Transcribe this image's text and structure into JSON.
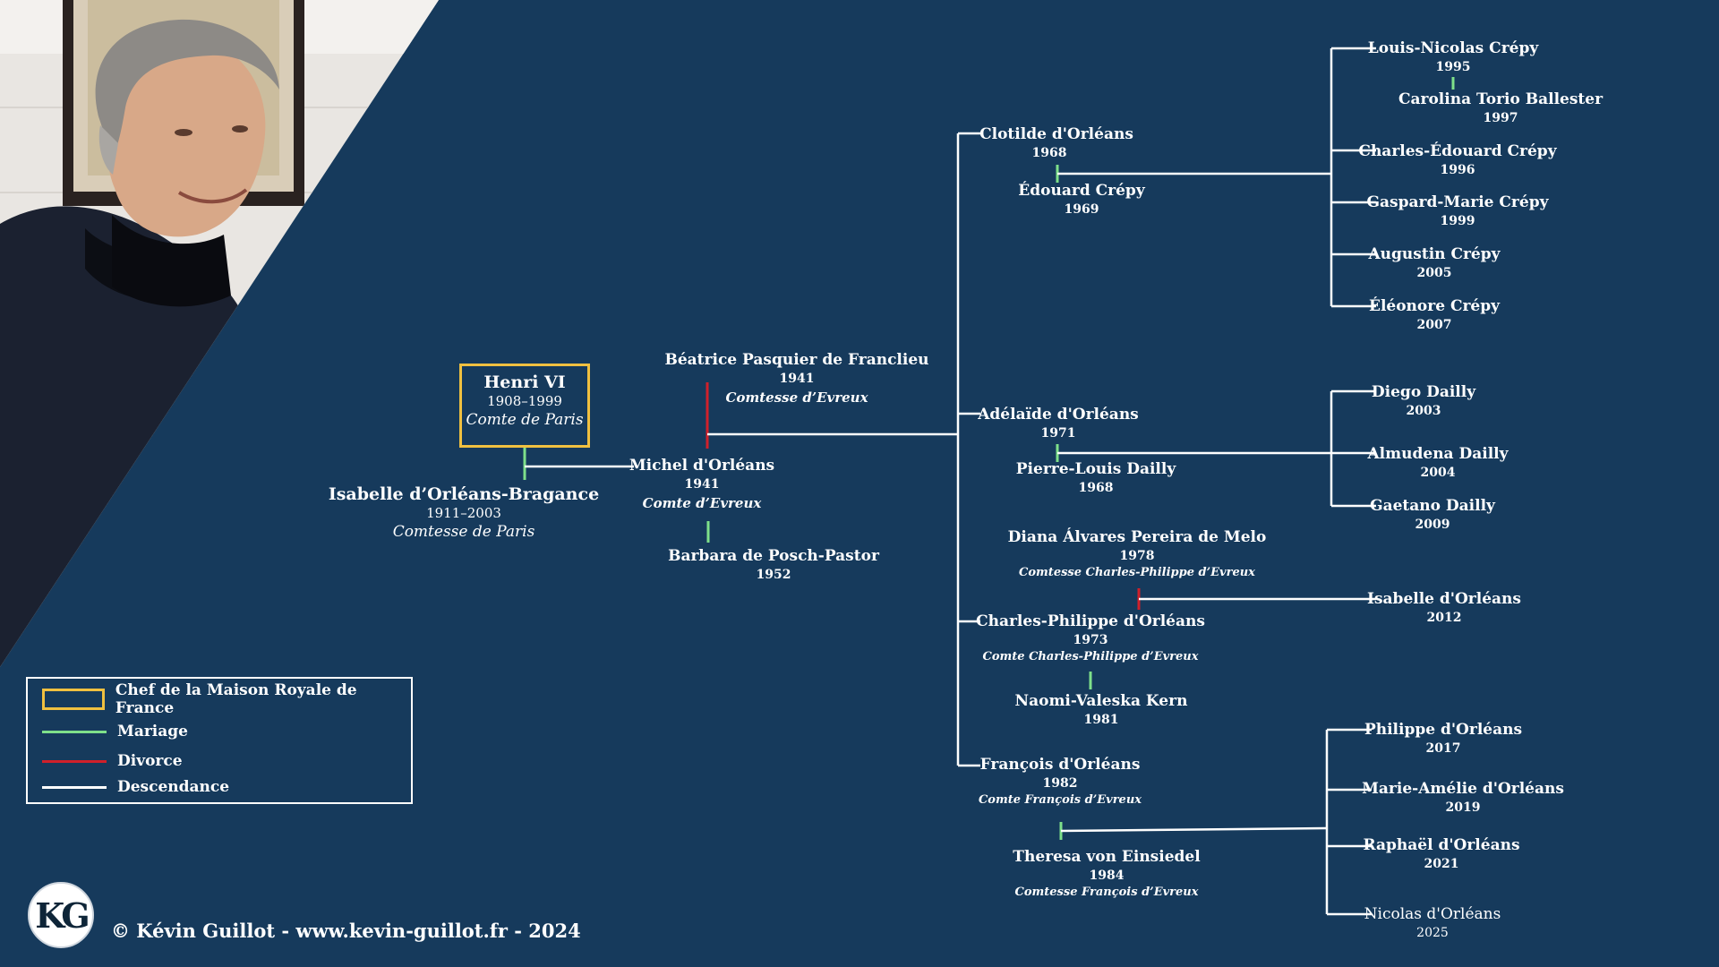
{
  "colors": {
    "background": "#163a5c",
    "chef": "#f0c040",
    "mariage": "#7ee08a",
    "divorce": "#d0202a",
    "descendance": "#ffffff"
  },
  "henri": {
    "name": "Henri VI",
    "years": "1908–1999",
    "title": "Comte de Paris"
  },
  "isabelle": {
    "name": "Isabelle d’Orléans-Bragance",
    "years": "1911–2003",
    "title": "Comtesse de Paris"
  },
  "beatrice": {
    "name": "Béatrice Pasquier de Franclieu",
    "years": "1941",
    "title": "Comtesse d’Evreux"
  },
  "michel": {
    "name": "Michel d'Orléans",
    "years": "1941",
    "title": "Comte d’Evreux"
  },
  "barbara": {
    "name": "Barbara de Posch-Pastor",
    "years": "1952"
  },
  "clotilde": {
    "name": "Clotilde d'Orléans",
    "years": "1968"
  },
  "edouard": {
    "name": "Édouard Crépy",
    "years": "1969"
  },
  "crepy_children": [
    {
      "name": "Louis-Nicolas Crépy",
      "years": "1995"
    },
    {
      "name": "Charles-Édouard Crépy",
      "years": "1996"
    },
    {
      "name": "Gaspard-Marie Crépy",
      "years": "1999"
    },
    {
      "name": "Augustin Crépy",
      "years": "2005"
    },
    {
      "name": "Éléonore Crépy",
      "years": "2007"
    }
  ],
  "carolina": {
    "name": "Carolina Torio Ballester",
    "years": "1997"
  },
  "adelaide": {
    "name": "Adélaïde d'Orléans",
    "years": "1971"
  },
  "pierre": {
    "name": "Pierre-Louis Dailly",
    "years": "1968"
  },
  "dailly_children": [
    {
      "name": "Diego Dailly",
      "years": "2003"
    },
    {
      "name": "Almudena Dailly",
      "years": "2004"
    },
    {
      "name": "Gaetano Dailly",
      "years": "2009"
    }
  ],
  "diana": {
    "name": "Diana Álvares Pereira de Melo",
    "years": "1978",
    "title": "Comtesse Charles-Philippe d’Evreux"
  },
  "charles": {
    "name": "Charles-Philippe d'Orléans",
    "years": "1973",
    "title": "Comte Charles-Philippe d’Evreux"
  },
  "naomi": {
    "name": "Naomi-Valeska Kern",
    "years": "1981"
  },
  "isabelle2": {
    "name": "Isabelle d'Orléans",
    "years": "2012"
  },
  "francois": {
    "name": "François d'Orléans",
    "years": "1982",
    "title": "Comte François d’Evreux"
  },
  "theresa": {
    "name": "Theresa von Einsiedel",
    "years": "1984",
    "title": "Comtesse François d’Evreux"
  },
  "francois_children": [
    {
      "name": "Philippe d'Orléans",
      "years": "2017"
    },
    {
      "name": "Marie-Amélie d'Orléans",
      "years": "2019"
    },
    {
      "name": "Raphaël d'Orléans",
      "years": "2021"
    },
    {
      "name": "Nicolas d'Orléans",
      "years": "2025"
    }
  ],
  "legend": {
    "chef": "Chef  de la Maison Royale de France",
    "mariage": "Mariage",
    "divorce": "Divorce",
    "descendance": "Descendance"
  },
  "logo": "KG",
  "copyright": "© Kévin Guillot - www.kevin-guillot.fr - 2024"
}
